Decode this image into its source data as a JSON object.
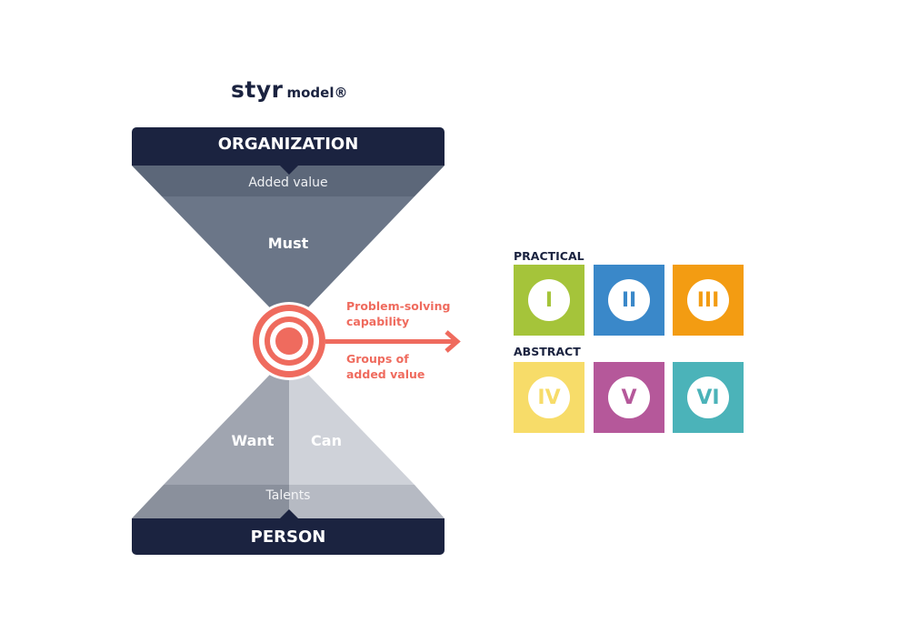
{
  "logo": {
    "brand": "styr",
    "model": "model®"
  },
  "hourglass": {
    "top_header": "ORGANIZATION",
    "top_band": "Added value",
    "top_section": "Must",
    "bottom_left": "Want",
    "bottom_right": "Can",
    "bottom_band": "Talents",
    "bottom_header": "PERSON"
  },
  "callout": {
    "upper": [
      "Problem-solving",
      "capability"
    ],
    "lower": [
      "Groups of",
      "added value"
    ]
  },
  "groups": [
    {
      "title": "PRACTICAL",
      "tiles": [
        {
          "numeral": "I",
          "color": "#a5c43a"
        },
        {
          "numeral": "II",
          "color": "#3a88c9"
        },
        {
          "numeral": "III",
          "color": "#f39c12"
        }
      ]
    },
    {
      "title": "ABSTRACT",
      "tiles": [
        {
          "numeral": "IV",
          "color": "#f7dc69"
        },
        {
          "numeral": "V",
          "color": "#b5589a"
        },
        {
          "numeral": "VI",
          "color": "#4bb3b9"
        }
      ]
    }
  ],
  "colors": {
    "navy": "#1b2340",
    "band_top": "#5c6779",
    "must": "#6b7688",
    "want": "#a0a5b0",
    "can": "#cfd2d9",
    "talents_left": "#8a909c",
    "talents_right": "#b6bac3",
    "accent": "#ef6b5e"
  }
}
